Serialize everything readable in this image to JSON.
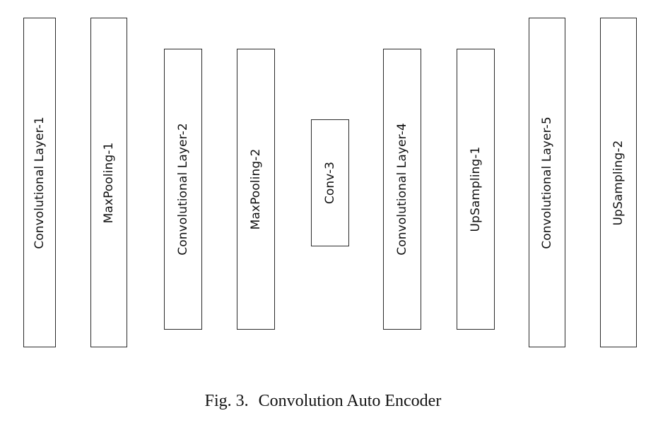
{
  "diagram": {
    "layers": [
      {
        "label": "Convolutional Layer-1"
      },
      {
        "label": "MaxPooling-1"
      },
      {
        "label": "Convolutional Layer-2"
      },
      {
        "label": "MaxPooling-2"
      },
      {
        "label": "Conv-3"
      },
      {
        "label": "Convolutional Layer-4"
      },
      {
        "label": "UpSampling-1"
      },
      {
        "label": "Convolutional Layer-5"
      },
      {
        "label": "UpSampling-2"
      }
    ]
  },
  "caption": {
    "figure_label": "Fig. 3.",
    "title": "Convolution Auto Encoder"
  }
}
